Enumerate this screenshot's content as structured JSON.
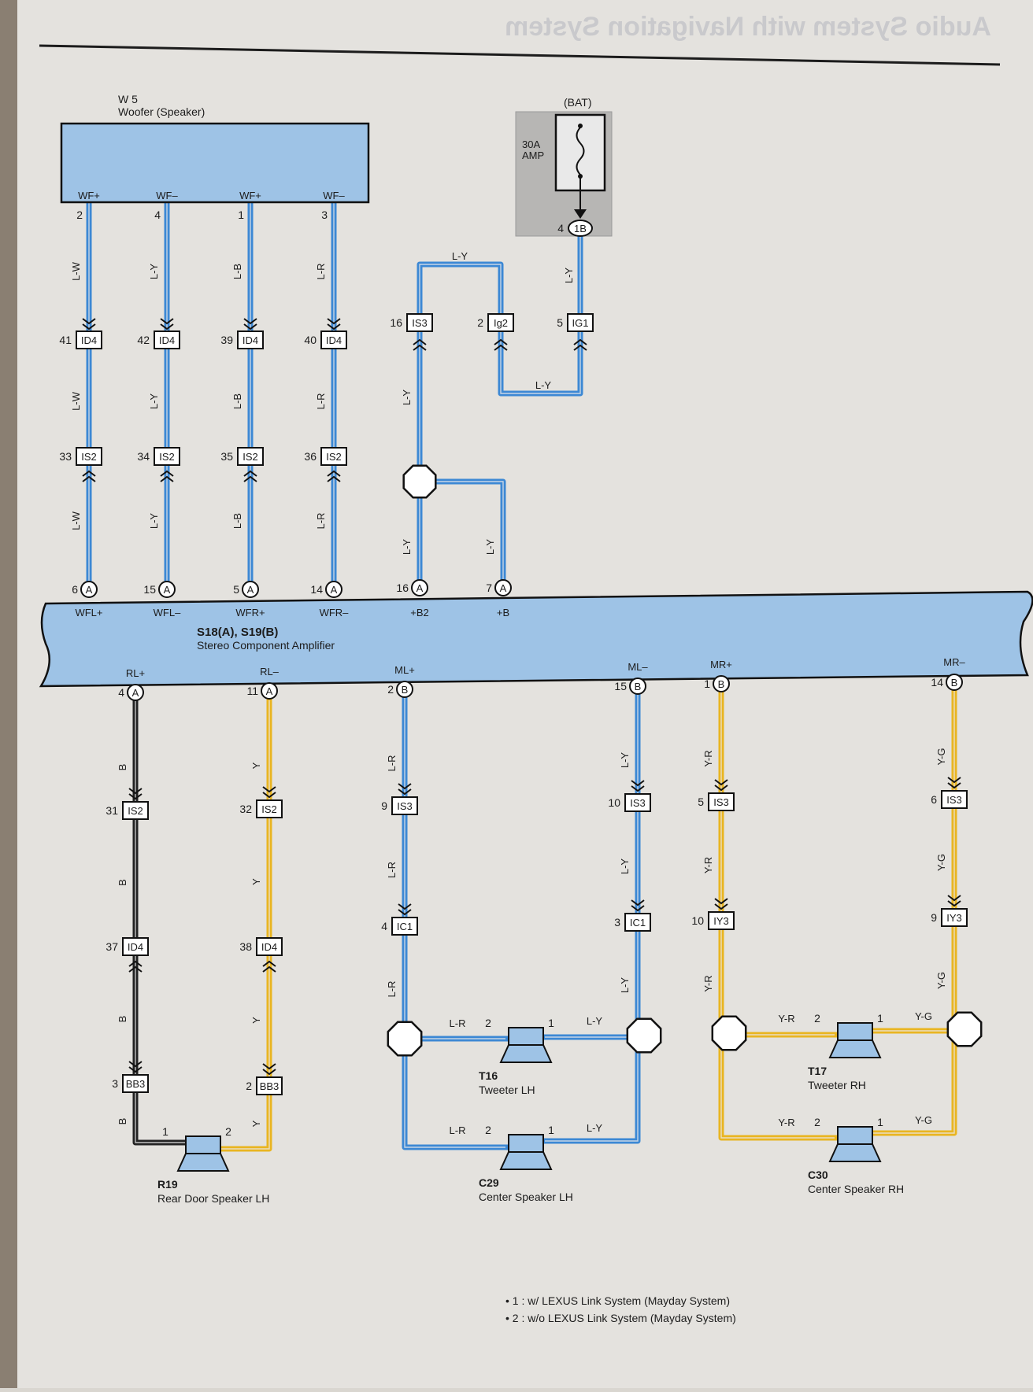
{
  "header": {
    "title": "Audio System with Navigation System"
  },
  "woofer": {
    "code": "W 5",
    "name": "Woofer (Speaker)",
    "terminals": [
      "WF+",
      "WF–",
      "WF+",
      "WF–"
    ]
  },
  "battery": {
    "label": "(BAT)",
    "fuse_amp": "30A",
    "fuse_name": "AMP"
  },
  "amplifier": {
    "code": "S18(A), S19(B)",
    "name": "Stereo Component Amplifier",
    "top_terminals": [
      "WFL+",
      "WFL–",
      "WFR+",
      "WFR–",
      "+B2",
      "+B"
    ],
    "bottom_terminals": [
      "RL+",
      "RL–",
      "ML+",
      "ML–",
      "MR+",
      "MR–"
    ]
  },
  "upper_wires": [
    {
      "color_code": "L-W",
      "woofer_pin": "2",
      "connectors": [
        {
          "pin": "41",
          "id": "ID4"
        },
        {
          "pin": "33",
          "id": "IS2"
        }
      ],
      "amp_pin": "6",
      "amp_conn": "A",
      "stroke": "#3c88d4"
    },
    {
      "color_code": "L-Y",
      "woofer_pin": "4",
      "connectors": [
        {
          "pin": "42",
          "id": "ID4"
        },
        {
          "pin": "34",
          "id": "IS2"
        }
      ],
      "amp_pin": "15",
      "amp_conn": "A",
      "stroke": "#3c88d4"
    },
    {
      "color_code": "L-B",
      "woofer_pin": "1",
      "connectors": [
        {
          "pin": "39",
          "id": "ID4"
        },
        {
          "pin": "35",
          "id": "IS2"
        }
      ],
      "amp_pin": "5",
      "amp_conn": "A",
      "stroke": "#3c88d4"
    },
    {
      "color_code": "L-R",
      "woofer_pin": "3",
      "connectors": [
        {
          "pin": "40",
          "id": "ID4"
        },
        {
          "pin": "36",
          "id": "IS2"
        }
      ],
      "amp_pin": "14",
      "amp_conn": "A",
      "stroke": "#3c88d4"
    }
  ],
  "power_circuit": {
    "wire_code": "L-Y",
    "fuse_pin": "4",
    "fuse_conn": "1B",
    "connectors": [
      {
        "pin": "16",
        "id": "IS3"
      },
      {
        "pin": "2",
        "id": "Ig2"
      },
      {
        "pin": "5",
        "id": "IG1"
      }
    ],
    "amp_pins": [
      {
        "pin": "16",
        "conn": "A"
      },
      {
        "pin": "7",
        "conn": "A"
      }
    ]
  },
  "lower_wires": [
    {
      "terminal": "RL+",
      "amp_pin": "4",
      "amp_conn": "A",
      "color_code": "B",
      "connectors": [
        {
          "pin": "31",
          "id": "IS2"
        },
        {
          "pin": "37",
          "id": "ID4"
        },
        {
          "pin": "3",
          "id": "BB3"
        }
      ],
      "stroke": "#222222"
    },
    {
      "terminal": "RL–",
      "amp_pin": "11",
      "amp_conn": "A",
      "color_code": "Y",
      "connectors": [
        {
          "pin": "32",
          "id": "IS2"
        },
        {
          "pin": "38",
          "id": "ID4"
        },
        {
          "pin": "2",
          "id": "BB3"
        }
      ],
      "stroke": "#e9b522"
    },
    {
      "terminal": "ML+",
      "amp_pin": "2",
      "amp_conn": "B",
      "color_code": "L-R",
      "connectors": [
        {
          "pin": "9",
          "id": "IS3"
        },
        {
          "pin": "4",
          "id": "IC1"
        }
      ],
      "stroke": "#3c88d4"
    },
    {
      "terminal": "ML–",
      "amp_pin": "15",
      "amp_conn": "B",
      "color_code": "L-Y",
      "connectors": [
        {
          "pin": "10",
          "id": "IS3"
        },
        {
          "pin": "3",
          "id": "IC1"
        }
      ],
      "stroke": "#3c88d4"
    },
    {
      "terminal": "MR+",
      "amp_pin": "1",
      "amp_conn": "B",
      "color_code": "Y-R",
      "connectors": [
        {
          "pin": "5",
          "id": "IS3"
        },
        {
          "pin": "10",
          "id": "IY3"
        }
      ],
      "stroke": "#e9b522"
    },
    {
      "terminal": "MR–",
      "amp_pin": "14",
      "amp_conn": "B",
      "color_code": "Y-G",
      "connectors": [
        {
          "pin": "6",
          "id": "IS3"
        },
        {
          "pin": "9",
          "id": "IY3"
        }
      ],
      "stroke": "#e9b522"
    }
  ],
  "speakers": [
    {
      "code": "R19",
      "name": "Rear Door Speaker LH",
      "pin_left": "1",
      "pin_right": "2",
      "wire_left": "",
      "wire_right": ""
    },
    {
      "code": "T16",
      "name": "Tweeter LH",
      "pin_left": "2",
      "pin_right": "1",
      "wire_left": "L-R",
      "wire_right": "L-Y"
    },
    {
      "code": "C29",
      "name": "Center Speaker LH",
      "pin_left": "2",
      "pin_right": "1",
      "wire_left": "L-R",
      "wire_right": "L-Y"
    },
    {
      "code": "T17",
      "name": "Tweeter RH",
      "pin_left": "2",
      "pin_right": "1",
      "wire_left": "Y-R",
      "wire_right": "Y-G"
    },
    {
      "code": "C30",
      "name": "Center Speaker RH",
      "pin_left": "2",
      "pin_right": "1",
      "wire_left": "Y-R",
      "wire_right": "Y-G"
    }
  ],
  "footnotes": [
    "• 1 : w/ LEXUS Link System (Mayday System)",
    "• 2 : w/o LEXUS Link System (Mayday System)"
  ]
}
